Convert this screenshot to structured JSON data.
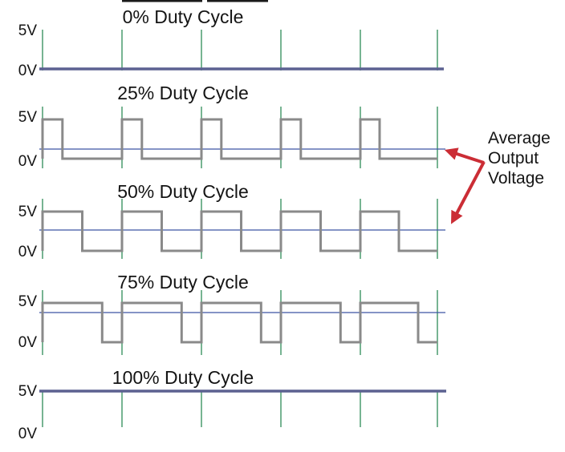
{
  "colors": {
    "background": "#ffffff",
    "grid_green": "#2e8b57",
    "waveform_gray": "#8a8a8a",
    "flat_line_blue": "#5c6191",
    "average_line_blue": "#3c55a5",
    "arrow_red": "#cb2d35",
    "text": "#141414"
  },
  "chart_data": [
    {
      "type": "line",
      "subtype": "square-wave",
      "title": "0% Duty Cycle",
      "duty_cycle_percent": 0,
      "y_high_label": "5V",
      "y_low_label": "0V",
      "y_levels_volts": [
        0,
        5
      ],
      "periods": 5,
      "time_gridlines": 6,
      "average_output_volts": 0,
      "average_line_shown": false,
      "waveform": "constant 0V"
    },
    {
      "type": "line",
      "subtype": "square-wave",
      "title": "25% Duty Cycle",
      "duty_cycle_percent": 25,
      "y_high_label": "5V",
      "y_low_label": "0V",
      "y_levels_volts": [
        0,
        5
      ],
      "periods": 5,
      "time_gridlines": 6,
      "average_output_volts": 1.25,
      "average_line_shown": true,
      "waveform": "square wave, high 25% of each period"
    },
    {
      "type": "line",
      "subtype": "square-wave",
      "title": "50% Duty Cycle",
      "duty_cycle_percent": 50,
      "y_high_label": "5V",
      "y_low_label": "0V",
      "y_levels_volts": [
        0,
        5
      ],
      "periods": 5,
      "time_gridlines": 6,
      "average_output_volts": 2.5,
      "average_line_shown": true,
      "waveform": "square wave, high 50% of each period"
    },
    {
      "type": "line",
      "subtype": "square-wave",
      "title": "75% Duty Cycle",
      "duty_cycle_percent": 75,
      "y_high_label": "5V",
      "y_low_label": "0V",
      "y_levels_volts": [
        0,
        5
      ],
      "periods": 5,
      "time_gridlines": 6,
      "average_output_volts": 3.75,
      "average_line_shown": true,
      "waveform": "square wave, high 75% of each period"
    },
    {
      "type": "line",
      "subtype": "square-wave",
      "title": "100% Duty Cycle",
      "duty_cycle_percent": 100,
      "y_high_label": "5V",
      "y_low_label": "0V",
      "y_levels_volts": [
        0,
        5
      ],
      "periods": 5,
      "time_gridlines": 6,
      "average_output_volts": 5,
      "average_line_shown": false,
      "waveform": "constant 5V"
    }
  ],
  "annotation": {
    "full_text": "Average Output Voltage",
    "lines": [
      "Average",
      "Output",
      "Voltage"
    ],
    "points_to": [
      "25% Duty Cycle average line",
      "50% Duty Cycle average line"
    ]
  }
}
